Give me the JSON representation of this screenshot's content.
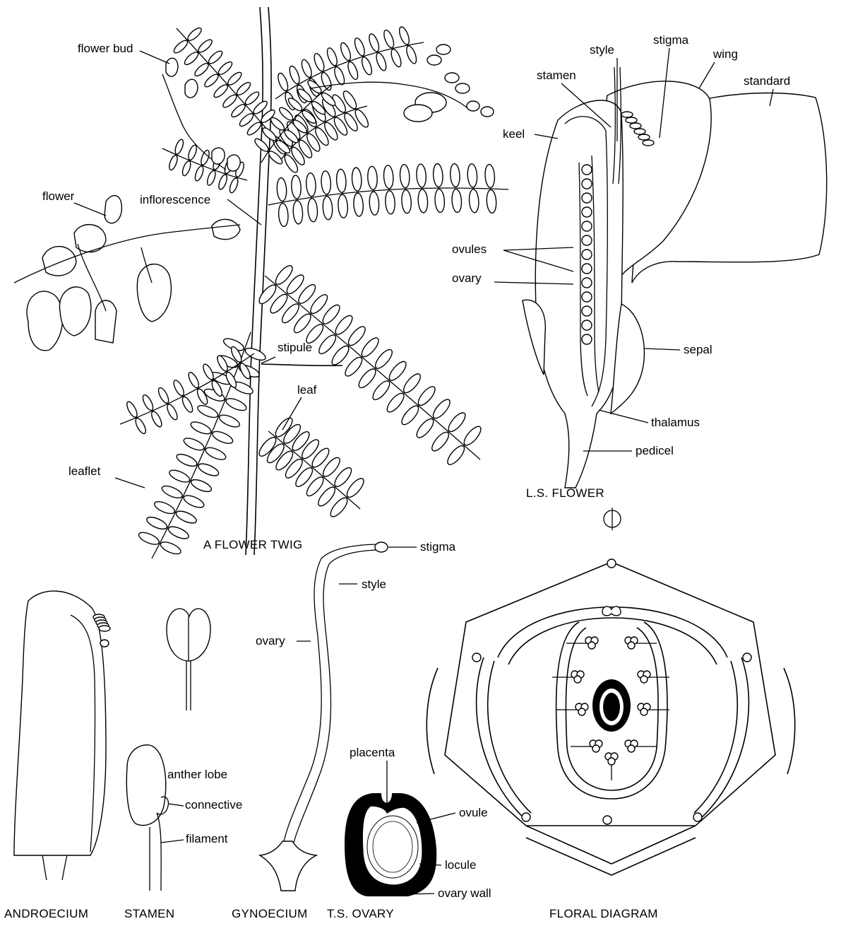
{
  "twig": {
    "caption": "A FLOWER TWIG",
    "labels": {
      "flower_bud": "flower bud",
      "flower": "flower",
      "inflorescence": "inflorescence",
      "stipule": "stipule",
      "leaf": "leaf",
      "leaflet": "leaflet"
    }
  },
  "ls_flower": {
    "caption": "L.S. FLOWER",
    "labels": {
      "style": "style",
      "stigma": "stigma",
      "wing": "wing",
      "stamen": "stamen",
      "standard": "standard",
      "keel": "keel",
      "ovules": "ovules",
      "ovary": "ovary",
      "sepal": "sepal",
      "thalamus": "thalamus",
      "pedicel": "pedicel"
    }
  },
  "gynoecium": {
    "caption": "GYNOECIUM",
    "labels": {
      "stigma": "stigma",
      "style": "style",
      "ovary": "ovary"
    }
  },
  "stamen": {
    "caption": "STAMEN",
    "labels": {
      "anther_lobe": "anther lobe",
      "connective": "connective",
      "filament": "filament"
    }
  },
  "androecium": {
    "caption": "ANDROECIUM"
  },
  "ts_ovary": {
    "caption": "T.S. OVARY",
    "labels": {
      "placenta": "placenta",
      "ovule": "ovule",
      "locule": "locule",
      "ovary_wall": "ovary wall"
    }
  },
  "floral_diagram": {
    "caption": "FLORAL DIAGRAM",
    "symbol": "zygomorphic-symbol"
  }
}
